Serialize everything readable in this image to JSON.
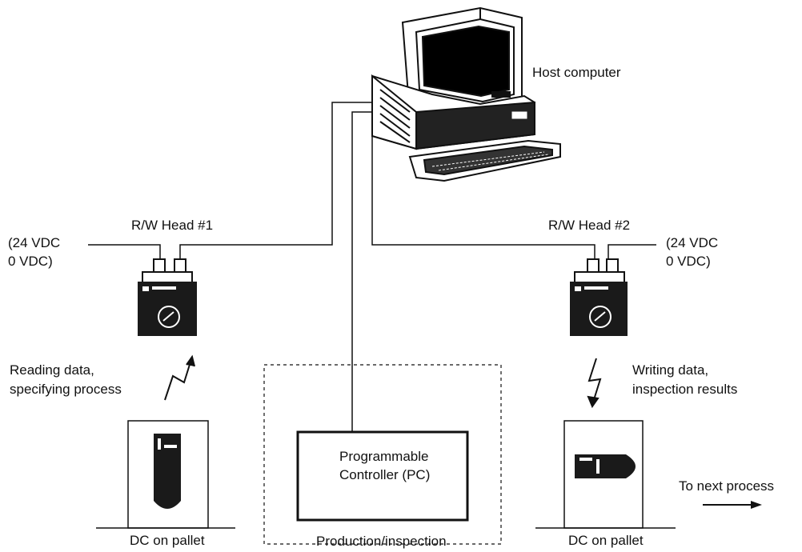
{
  "labels": {
    "host": "Host computer",
    "rw1": "R/W Head #1",
    "rw2": "R/W Head #2",
    "power_left_1": "(24 VDC",
    "power_left_2": "0 VDC)",
    "power_right_1": "(24 VDC",
    "power_right_2": "0 VDC)",
    "reading_1": "Reading data,",
    "reading_2": "specifying process",
    "writing_1": "Writing data,",
    "writing_2": "inspection results",
    "pc_1": "Programmable",
    "pc_2": "Controller (PC)",
    "dc_left": "DC on pallet",
    "dc_right": "DC on pallet",
    "production": "Production/inspection",
    "next": "To next process"
  },
  "colors": {
    "ink": "#111111",
    "device": "#1a1a1a",
    "screen": "#000000",
    "paper": "#ffffff"
  },
  "icons": [
    "computer-icon",
    "rw-head-icon",
    "data-carrier-icon",
    "radio-signal-icon",
    "arrow-icon"
  ]
}
